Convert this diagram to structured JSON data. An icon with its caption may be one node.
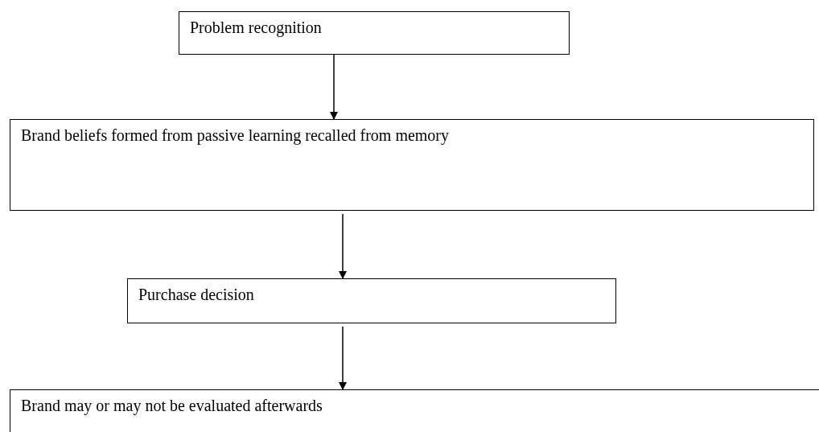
{
  "diagram": {
    "nodes": [
      {
        "text": [
          "Problem recognition"
        ]
      },
      {
        "text": [
          "Brand beliefs formed from passive learning recalled from memory"
        ]
      },
      {
        "text": [
          "Purchase decision"
        ]
      },
      {
        "text": [
          "Brand may or may not be evaluated afterwards"
        ]
      }
    ],
    "edges": [
      {
        "from": 0,
        "to": 1,
        "arrow": "to"
      },
      {
        "from": 1,
        "to": 2,
        "arrow": "to"
      },
      {
        "from": 2,
        "to": 3,
        "arrow": "to"
      }
    ]
  }
}
